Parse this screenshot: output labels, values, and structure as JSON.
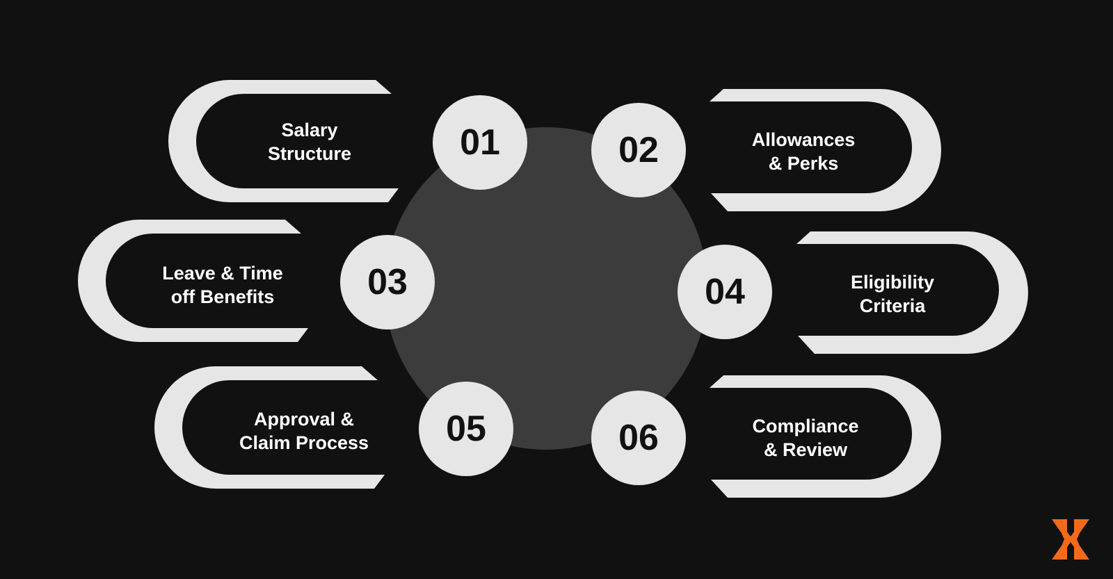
{
  "items": [
    {
      "number": "01",
      "line1": "Salary",
      "line2": "Structure"
    },
    {
      "number": "02",
      "line1": "Allowances",
      "line2": "& Perks"
    },
    {
      "number": "03",
      "line1": "Leave & Time",
      "line2": "off Benefits"
    },
    {
      "number": "04",
      "line1": "Eligibility",
      "line2": "Criteria"
    },
    {
      "number": "05",
      "line1": "Approval &",
      "line2": "Claim Process"
    },
    {
      "number": "06",
      "line1": "Compliance",
      "line2": "& Review"
    }
  ],
  "colors": {
    "background": "#111111",
    "center_circle": "#3c3c3c",
    "pill_outline": "#e6e6e6",
    "number_circle": "#e6e6e6",
    "number_text": "#111111",
    "label_text": "#ffffff",
    "logo": "#f26a1b"
  },
  "logo_icon": "brand-x-logo-icon"
}
